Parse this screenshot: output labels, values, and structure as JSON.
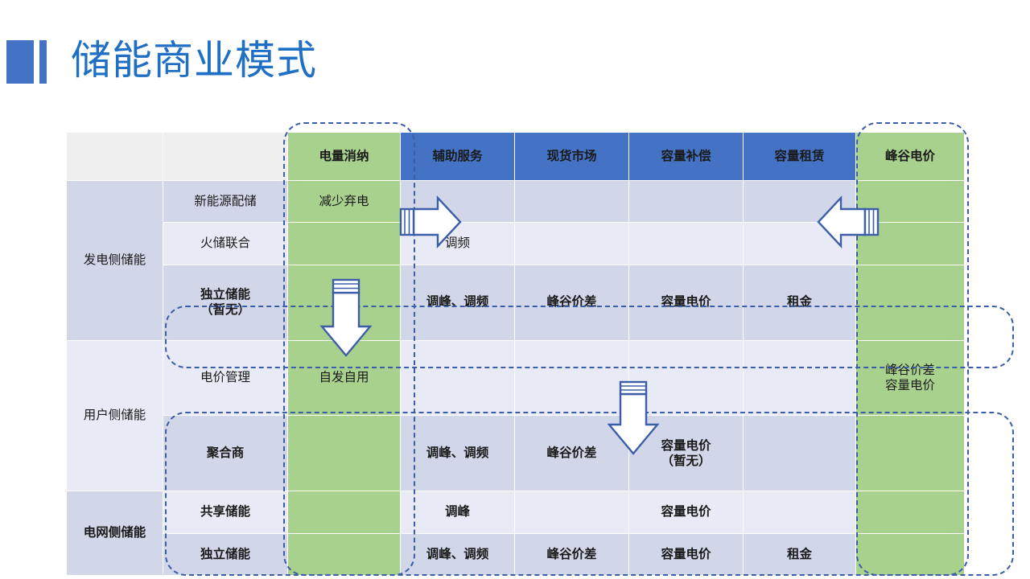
{
  "slide": {
    "title": "储能商业模式",
    "accent_blue": "#4472C4",
    "accent_green": "#A9D18E",
    "title_color": "#1F6FC4",
    "dash_color": "#3C5EA8"
  },
  "table": {
    "corner_blank_1": "",
    "corner_blank_2": "",
    "columns": [
      {
        "label": "电量消纳",
        "style": "green"
      },
      {
        "label": "辅助服务",
        "style": "blue"
      },
      {
        "label": "现货市场",
        "style": "blue"
      },
      {
        "label": "容量补偿",
        "style": "blue"
      },
      {
        "label": "容量租赁",
        "style": "blue"
      },
      {
        "label": "峰谷电价",
        "style": "green"
      }
    ],
    "groups": [
      {
        "name": "发电侧储能",
        "bold": false,
        "rows": [
          {
            "name": "新能源配储",
            "bold": false,
            "cells": [
              "减少弃电",
              "",
              "",
              "",
              "",
              ""
            ]
          },
          {
            "name": "火储联合",
            "bold": false,
            "cells": [
              "",
              "调频",
              "",
              "",
              "",
              ""
            ]
          },
          {
            "name": "独立储能\n（暂无）",
            "bold": true,
            "cells": [
              "",
              "调峰、调频",
              "峰谷价差",
              "容量电价",
              "租金",
              ""
            ]
          }
        ]
      },
      {
        "name": "用户侧储能",
        "bold": false,
        "rows": [
          {
            "name": "电价管理",
            "bold": false,
            "cells": [
              "自发自用",
              "",
              "",
              "",
              "",
              "峰谷价差\n容量电价"
            ]
          },
          {
            "name": "聚合商",
            "bold": true,
            "cells": [
              "",
              "调峰、调频",
              "峰谷价差",
              "容量电价\n（暂无）",
              "",
              ""
            ]
          }
        ]
      },
      {
        "name": "电网侧储能",
        "bold": true,
        "rows": [
          {
            "name": "共享储能",
            "bold": true,
            "cells": [
              "",
              "调峰",
              "",
              "容量电价",
              "",
              ""
            ]
          },
          {
            "name": "独立储能",
            "bold": true,
            "cells": [
              "",
              "调峰、调频",
              "峰谷价差",
              "容量电价",
              "租金",
              ""
            ]
          }
        ]
      }
    ]
  },
  "annotations": {
    "arrows": [
      {
        "name": "arrow-right-reduce-curtailment",
        "direction": "right"
      },
      {
        "name": "arrow-down-energy-column",
        "direction": "down"
      },
      {
        "name": "arrow-left-peak-valley-column",
        "direction": "left"
      },
      {
        "name": "arrow-down-capacity-compensation",
        "direction": "down"
      }
    ],
    "highlight_boxes": [
      {
        "name": "highlight-energy-absorption-column",
        "orientation": "vertical"
      },
      {
        "name": "highlight-peak-valley-price-column",
        "orientation": "vertical"
      },
      {
        "name": "highlight-independent-storage-row",
        "orientation": "horizontal"
      },
      {
        "name": "highlight-user-grid-side-rows",
        "orientation": "horizontal"
      }
    ]
  }
}
